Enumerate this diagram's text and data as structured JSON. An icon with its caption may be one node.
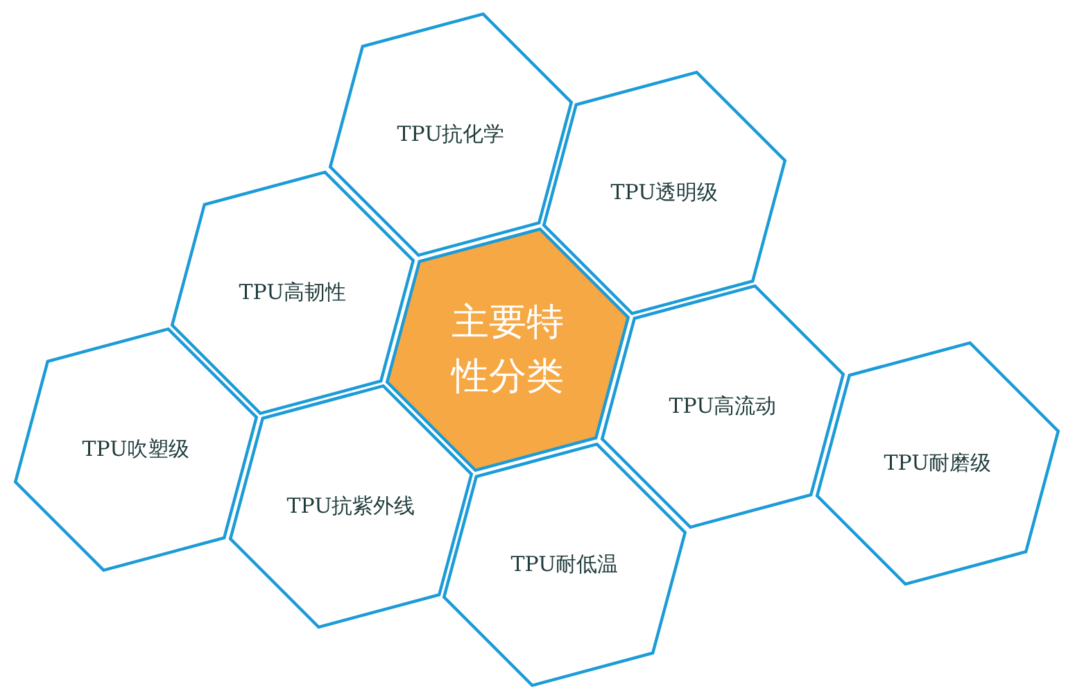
{
  "diagram": {
    "nodes": [
      {
        "text": [
          "TPU抗化学"
        ]
      },
      {
        "text": [
          "TPU透明级"
        ]
      },
      {
        "text": [
          "TPU高韧性"
        ]
      },
      {
        "text": [
          "主要特性分类"
        ]
      },
      {
        "text": [
          "TPU吹塑级"
        ]
      },
      {
        "text": [
          "TPU高流动"
        ]
      },
      {
        "text": [
          "TPU耐磨级"
        ]
      },
      {
        "text": [
          "TPU抗紫外线"
        ]
      },
      {
        "text": [
          "TPU耐低温"
        ]
      }
    ]
  }
}
